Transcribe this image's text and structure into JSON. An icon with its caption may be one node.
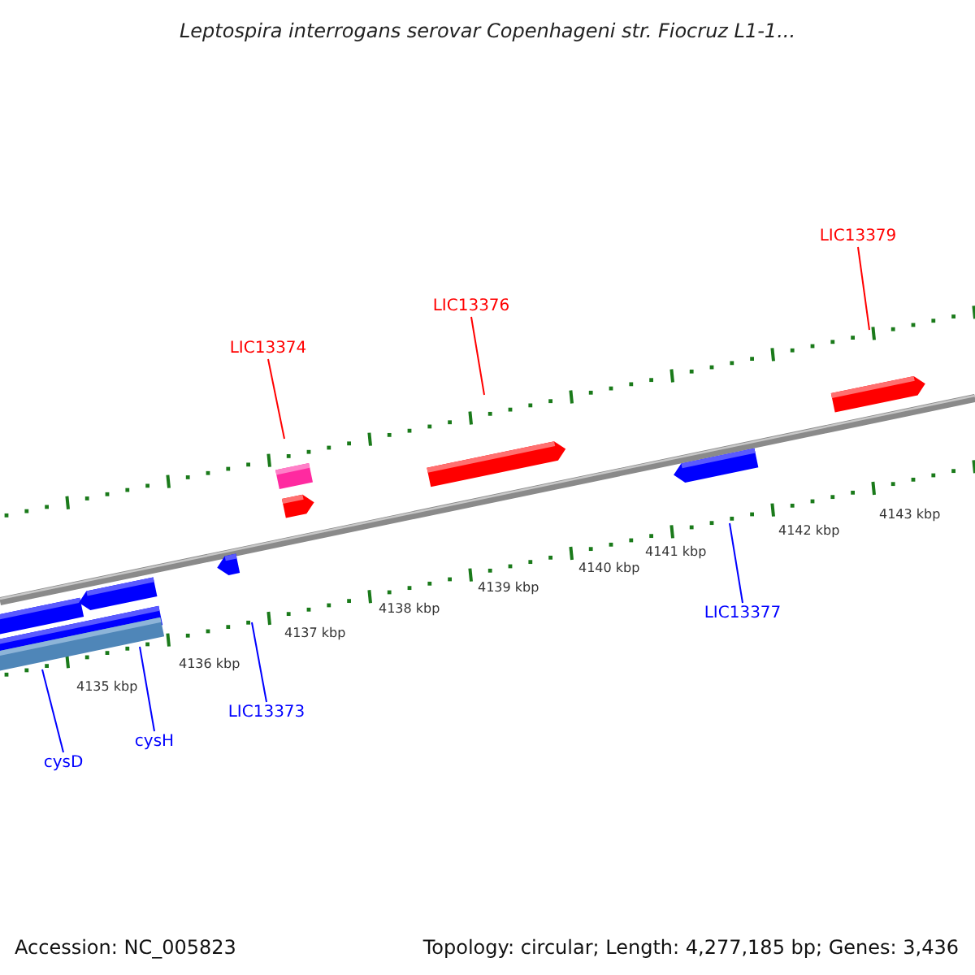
{
  "diagram": {
    "title": "Leptospira interrogans serovar Copenhageni str. Fiocruz L1-1...",
    "nodes": [
      {
        "text": [
          "LIC13379"
        ]
      },
      {
        "text": [
          "LIC13376"
        ]
      },
      {
        "text": [
          "LIC13374"
        ]
      },
      {
        "text": [
          "LIC13377"
        ]
      },
      {
        "text": [
          "LIC13373"
        ]
      },
      {
        "text": [
          "cysH"
        ]
      },
      {
        "text": [
          "cysD"
        ]
      }
    ],
    "edges": [
      {
        "from": 0,
        "to": null,
        "arrow": "none",
        "color": "#ff0000"
      },
      {
        "from": 1,
        "to": null,
        "arrow": "none",
        "color": "#ff0000"
      },
      {
        "from": 2,
        "to": null,
        "arrow": "none",
        "color": "#ff0000"
      },
      {
        "from": 3,
        "to": null,
        "arrow": "none"
      },
      {
        "from": 4,
        "to": null,
        "arrow": "none"
      },
      {
        "from": 5,
        "to": null,
        "arrow": "none"
      },
      {
        "from": 6,
        "to": null,
        "arrow": "none"
      }
    ],
    "labels": [
      "4143 kbp",
      "4142 kbp",
      "4141 kbp",
      "4140 kbp",
      "4139 kbp",
      "4138 kbp",
      "4137 kbp",
      "4136 kbp",
      "4135 kbp",
      "Accession: NC_005823",
      "Topology: circular; Length: 4,277,185 bp; Genes: 3,436"
    ]
  }
}
